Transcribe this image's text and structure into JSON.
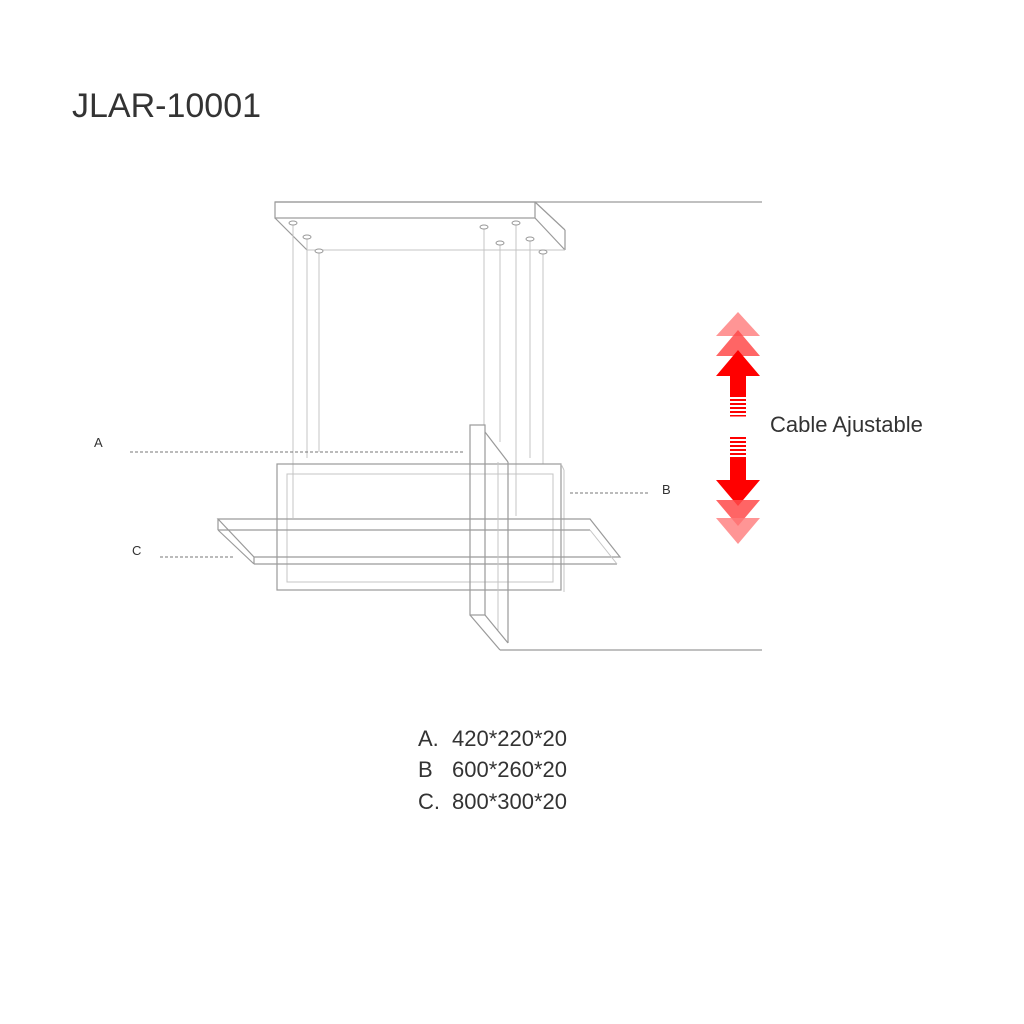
{
  "title": "JLAR-10001",
  "labels": {
    "a": "A",
    "b": "B",
    "c": "C"
  },
  "adjust_label": "Cable Ajustable",
  "specs": [
    {
      "letter": "A.",
      "dims": "420*220*20"
    },
    {
      "letter": "B",
      "dims": "600*260*20"
    },
    {
      "letter": "C.",
      "dims": "800*300*20"
    }
  ],
  "colors": {
    "arrow": "#ff0000",
    "arrow_faded": "#ff7a7a",
    "line": "#9a9a9a",
    "text": "#333333"
  }
}
